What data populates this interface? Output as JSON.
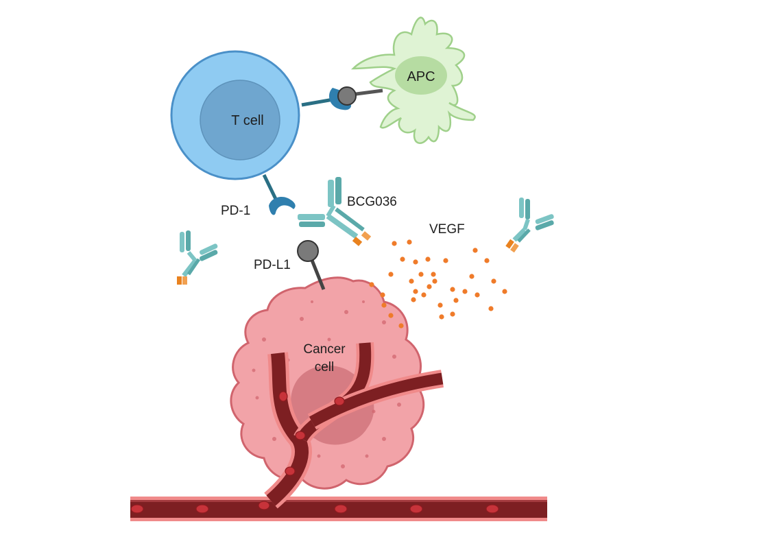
{
  "labels": {
    "t_cell": "T cell",
    "apc": "APC",
    "pd1": "PD-1",
    "pdl1": "PD-L1",
    "bcg036": "BCG036",
    "vegf": "VEGF",
    "cancer_line1": "Cancer",
    "cancer_line2": "cell"
  },
  "colors": {
    "t_cell_outer": "#8fcbf2",
    "t_cell_outer_stroke": "#4a90c8",
    "t_cell_nucleus": "#6fa6cf",
    "apc_fill": "#dff3d4",
    "apc_stroke": "#9fd08a",
    "apc_nucleus": "#b6dca2",
    "receptor": "#2f7fae",
    "ligand": "#7a7a7a",
    "antibody": "#7cc4c4",
    "antibody_tip": "#e9821f",
    "vegf_dot": "#ef7b2a",
    "cancer_fill": "#f2a3a8",
    "cancer_stroke": "#d0646d",
    "cancer_nucleus": "#d1767c",
    "vessel_outer": "#f08a8a",
    "vessel_inner": "#7d1f22",
    "rbc": "#c7333a"
  }
}
